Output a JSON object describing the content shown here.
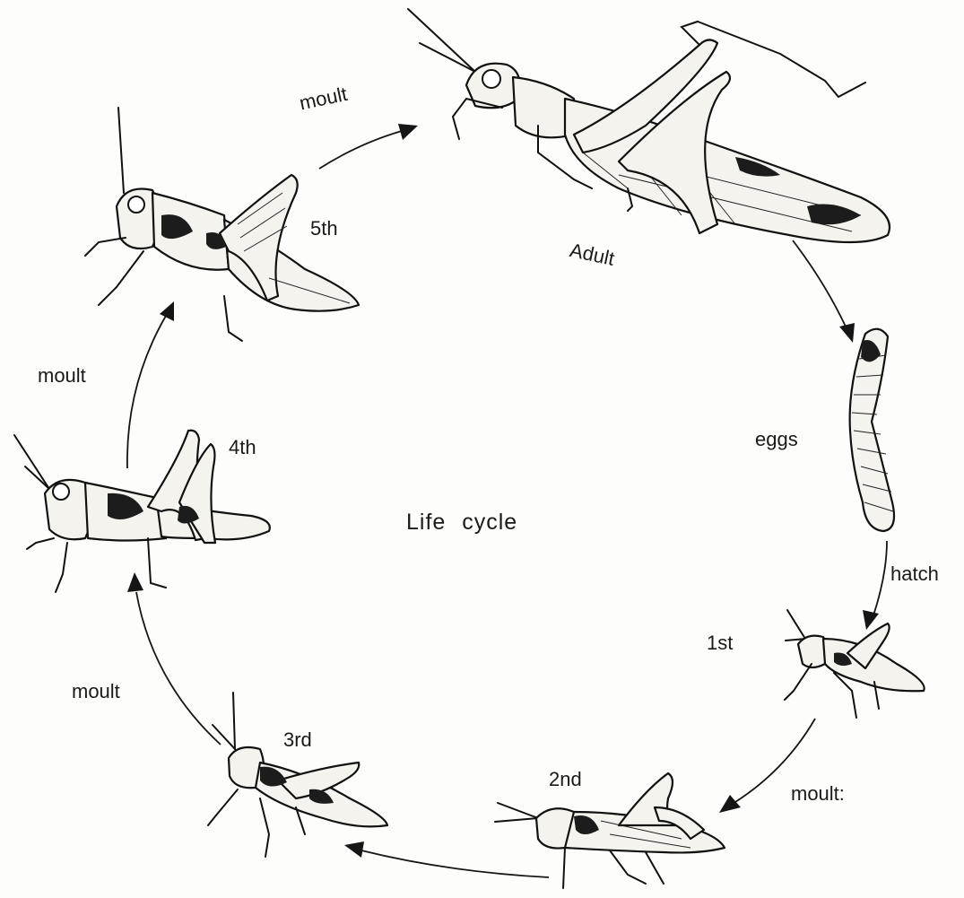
{
  "diagram": {
    "title": "Life   cycle",
    "stages": {
      "adult": "Adult",
      "eggs": "eggs",
      "first": "1st",
      "second": "2nd",
      "third": "3rd",
      "fourth": "4th",
      "fifth": "5th"
    },
    "transitions": {
      "hatch": "hatch",
      "moult_top": "moult",
      "moult_left_upper": "moult",
      "moult_left_lower": "moult",
      "moult_right_lower": "moult:"
    },
    "colors": {
      "ink": "#1a1a1a",
      "paper": "#fdfdfb"
    }
  }
}
